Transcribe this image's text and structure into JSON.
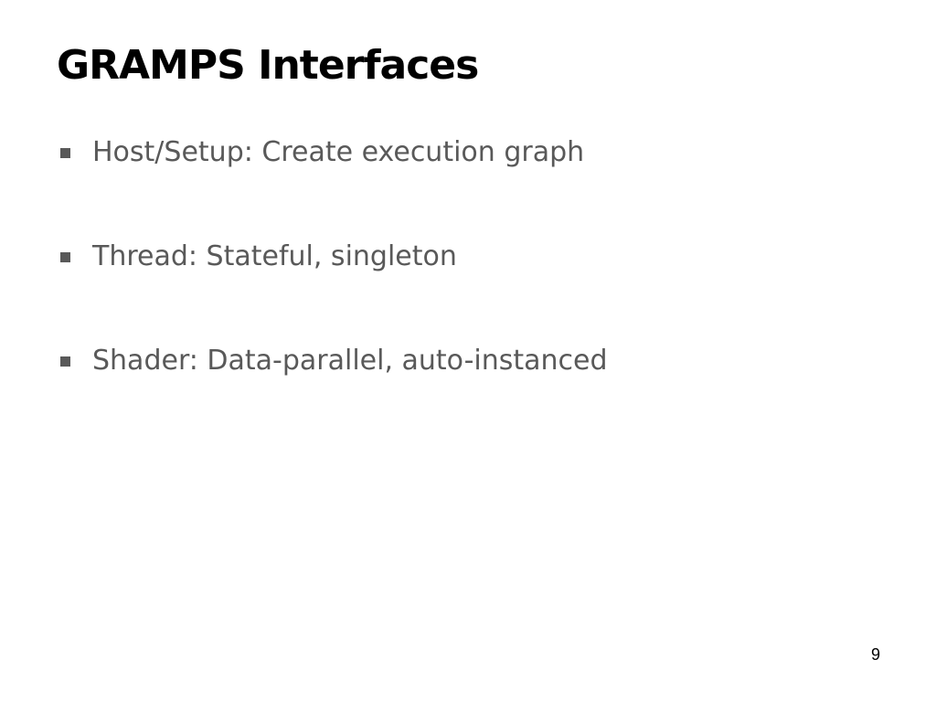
{
  "slide": {
    "title": "GRAMPS Interfaces",
    "bullets": [
      "Host/Setup: Create execution graph",
      "Thread: Stateful, singleton",
      "Shader: Data-parallel, auto-instanced"
    ],
    "page_number": "9"
  },
  "colors": {
    "background": "#ffffff",
    "title": "#000000",
    "bullet_text": "#595959",
    "bullet_marker": "#595959"
  }
}
